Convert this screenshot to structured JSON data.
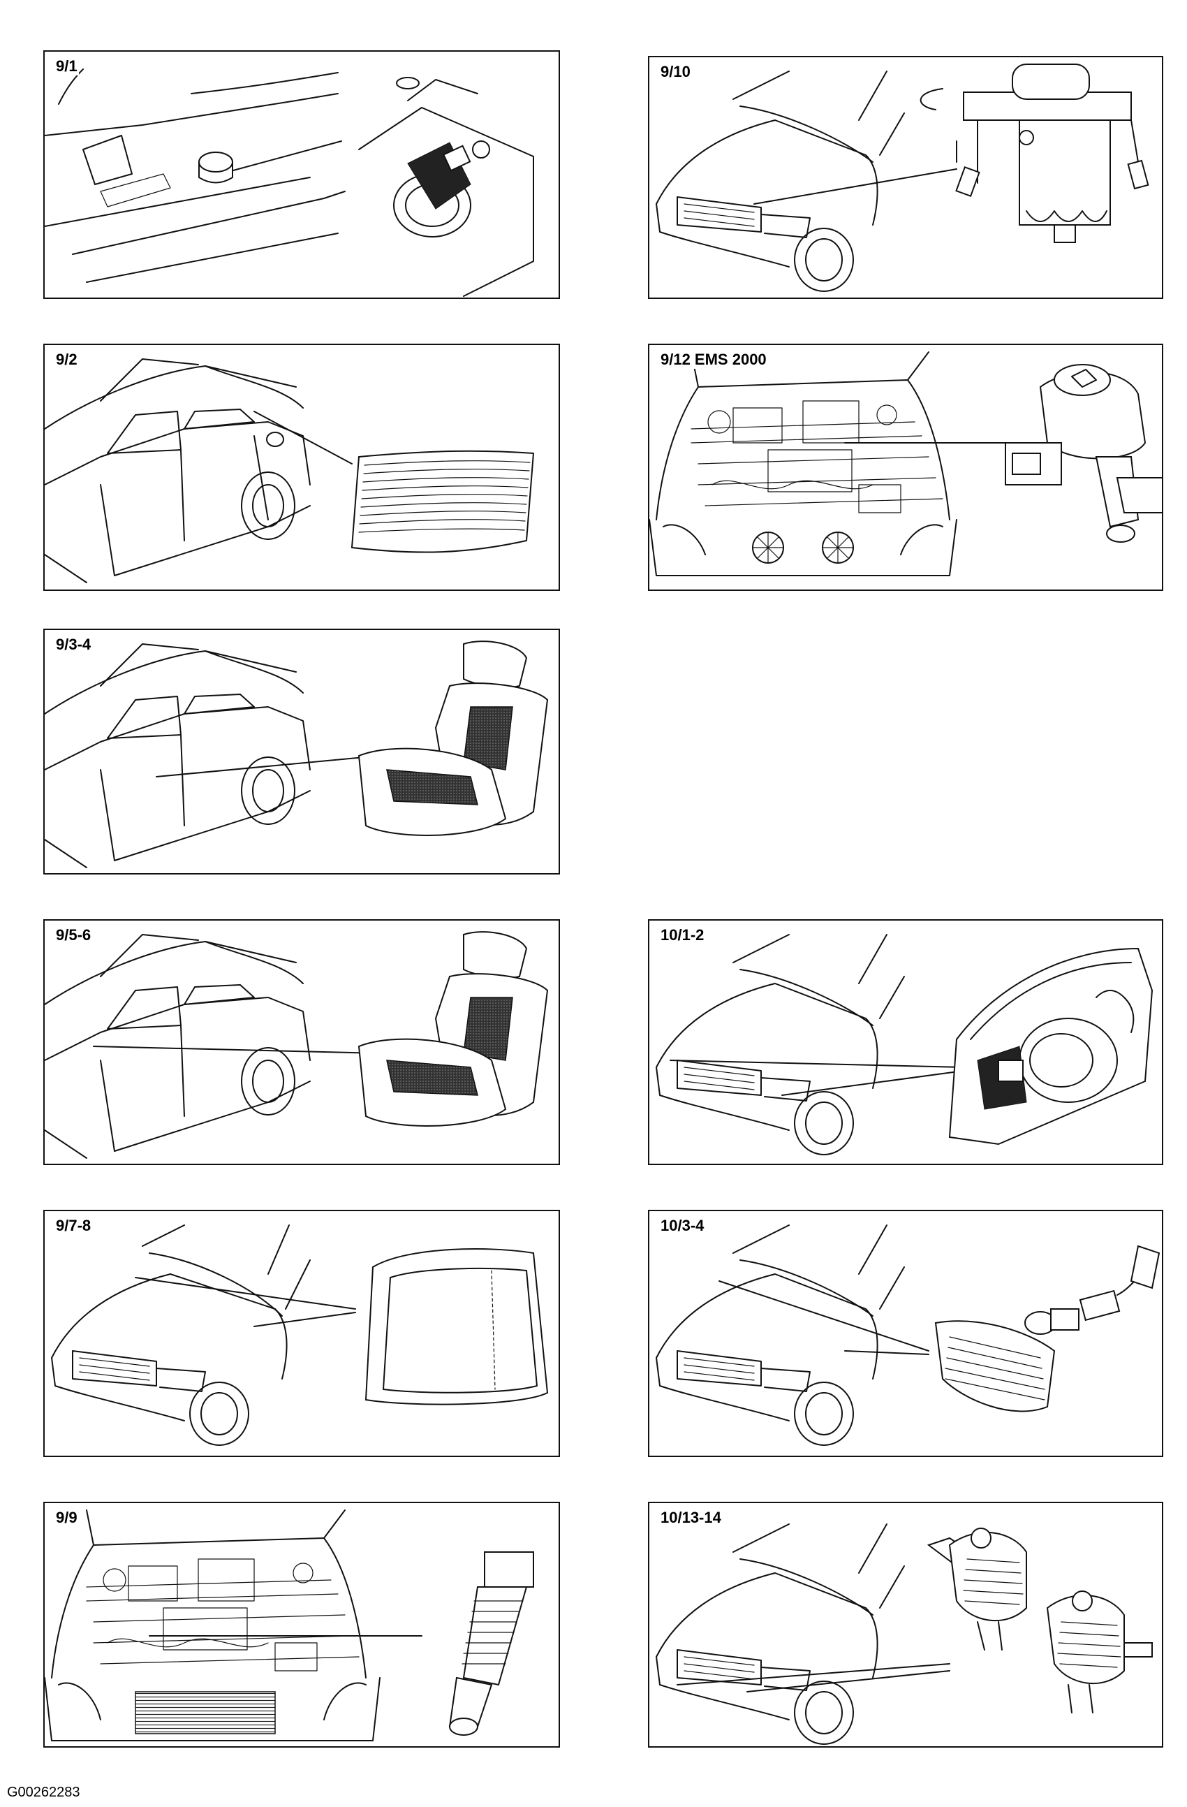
{
  "panels": {
    "p9_1": {
      "label": "9/1"
    },
    "p9_10": {
      "label": "9/10"
    },
    "p9_2": {
      "label": "9/2"
    },
    "p9_12": {
      "label": "9/12 EMS 2000"
    },
    "p9_3_4": {
      "label": "9/3-4"
    },
    "p9_5_6": {
      "label": "9/5-6"
    },
    "p10_1_2": {
      "label": "10/1-2"
    },
    "p9_7_8": {
      "label": "9/7-8"
    },
    "p10_3_4": {
      "label": "10/3-4"
    },
    "p9_9": {
      "label": "9/9"
    },
    "p10_13_14": {
      "label": "10/13-14"
    }
  },
  "footer": {
    "code": "G00262283"
  }
}
